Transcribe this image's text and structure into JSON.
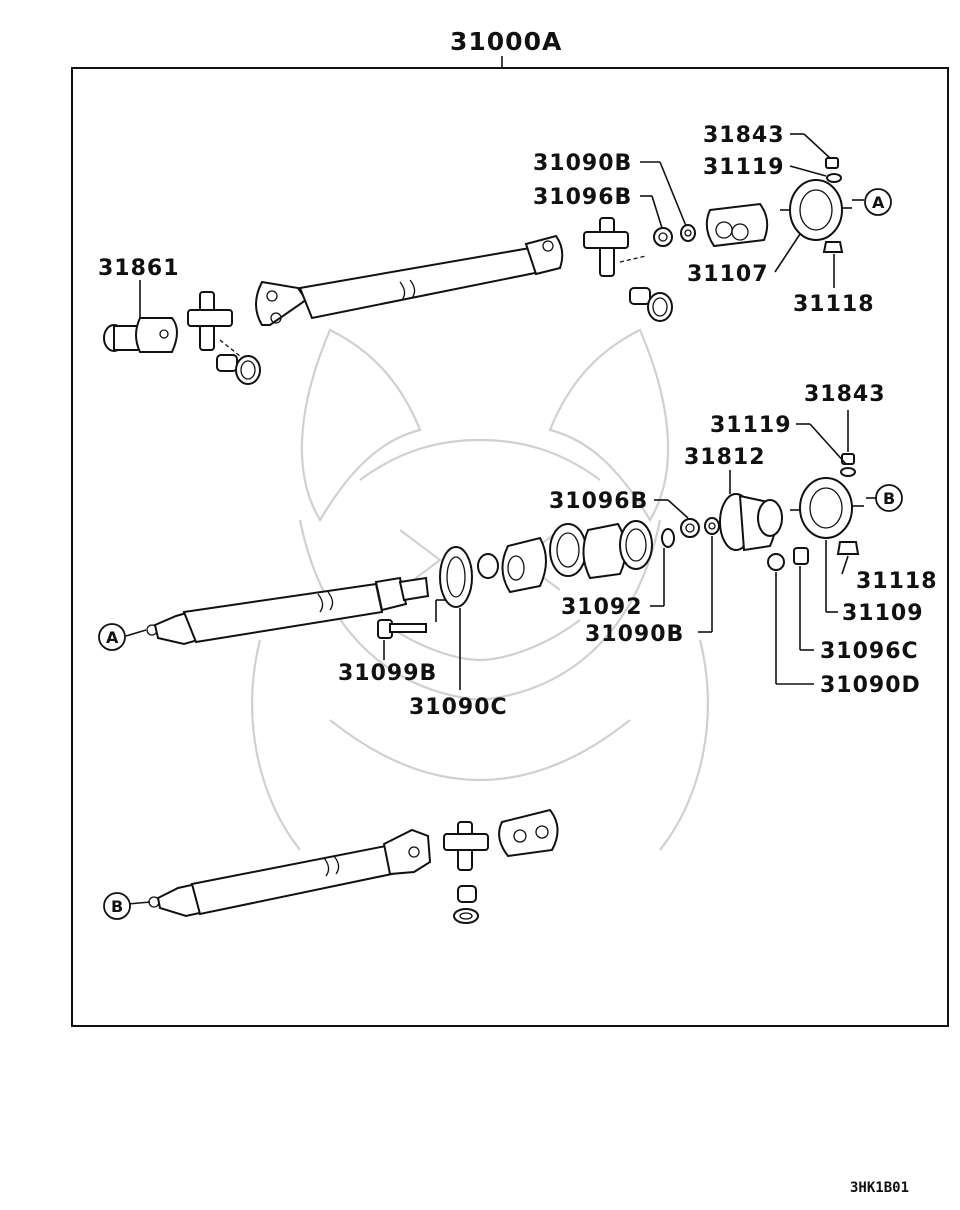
{
  "title": "31000A",
  "figure_code": "3HK1B01",
  "callouts": {
    "a": "A",
    "b": "B"
  },
  "parts": {
    "p31843_top": "31843",
    "p31119_top": "31119",
    "p31090B_top": "31090B",
    "p31096B_top": "31096B",
    "p31861": "31861",
    "p31107": "31107",
    "p31118_top": "31118",
    "p31843_mid": "31843",
    "p31119_mid": "31119",
    "p31812": "31812",
    "p31096B_mid": "31096B",
    "p31118_mid": "31118",
    "p31109": "31109",
    "p31092": "31092",
    "p31090B_mid": "31090B",
    "p31096C": "31096C",
    "p31099B": "31099B",
    "p31090D": "31090D",
    "p31090C": "31090C"
  }
}
